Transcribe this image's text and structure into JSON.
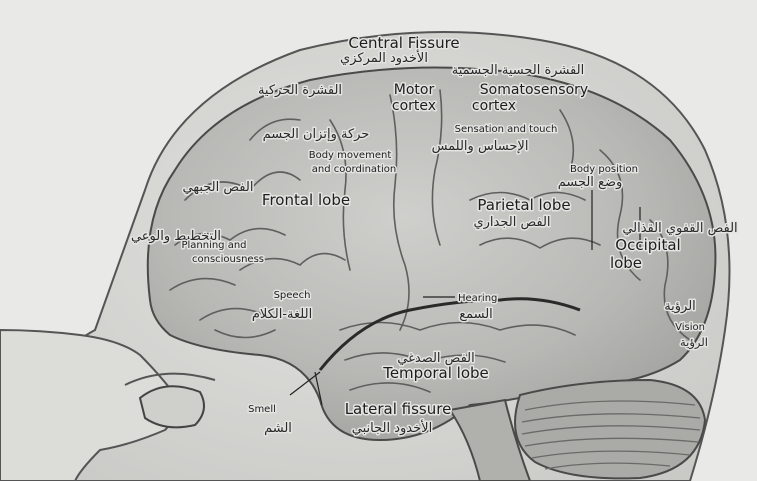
{
  "labels": {
    "central_fissure": "Central Fissure",
    "central_fissure_ar": "الأخدود المركزي",
    "motor_cortex_1": "Motor",
    "motor_cortex_2": "cortex",
    "motor_cortex_ar": "القشرة الحركية",
    "somatosensory_1": "Somatosensory",
    "somatosensory_2": "cortex",
    "somatosensory_ar": "القشرة الحسية الجسمية",
    "sensation_touch": "Sensation and touch",
    "sensation_touch_ar": "الإحساس واللمس",
    "body_movement_1": "Body movement",
    "body_movement_2": "and coordination",
    "body_movement_ar": "حركة وإتزان الجسم",
    "body_position": "Body position",
    "body_position_ar": "وضع الجسم",
    "frontal_lobe": "Frontal lobe",
    "frontal_lobe_ar": "الفص الجبهي",
    "parietal_lobe": "Parietal lobe",
    "parietal_lobe_ar": "الفص الجداري",
    "occipital_lobe_1": "Occipital",
    "occipital_lobe_2": "lobe",
    "occipital_lobe_ar": "الفص القفوي القذالي",
    "planning_1": "Planning and",
    "planning_2": "consciousness",
    "planning_ar": "التخطيط والوعي",
    "speech": "Speech",
    "speech_ar": "اللغة-الكلام",
    "hearing": "Hearing",
    "hearing_ar": "السمع",
    "vision": "Vision",
    "vision_ar": "الرؤية",
    "temporal_lobe": "Temporal lobe",
    "temporal_lobe_ar": "الفص الصدغي",
    "smell": "Smell",
    "smell_ar": "الشم",
    "lateral_fissure": "Lateral fissure",
    "lateral_fissure_ar": "الأخدود الجانبي"
  },
  "colors": {
    "background": "#e9e9e7",
    "head": "#d6d6d3",
    "brain": "#b9b9b6",
    "cerebellum": "#a9a9a6",
    "ink": "#1e1e1e"
  }
}
